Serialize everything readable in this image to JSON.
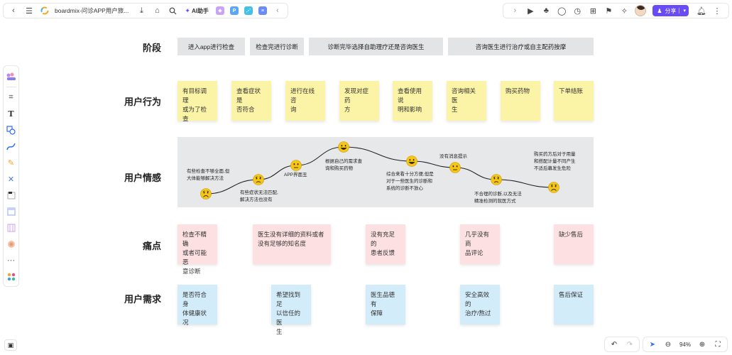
{
  "app": {
    "doc_title": "boardmix-问诊APP用户旅...",
    "ai_label": "AI助手",
    "share_label": "分享",
    "zoom": "94%"
  },
  "row_labels": {
    "stage": "阶段",
    "behavior": "用户行为",
    "emotion": "用户情感",
    "pain": "痛点",
    "needs": "用户需求"
  },
  "stages": [
    "进入app进行检查",
    "检查完进行诊断",
    "诊断完毕选择自助理疗还是咨询医生",
    "咨询医生进行治疗或自主配药按摩"
  ],
  "behaviors": [
    "有目标调理\n或为了检查",
    "查看症状是\n否符合",
    "进行在线咨\n询",
    "发现对症药\n方",
    "查看使用说\n明和影响",
    "咨询相关医\n生",
    "购买药物",
    "下单结账"
  ],
  "emotion_notes": [
    "有些检查不够全面,但\n大体能够解决方法",
    "有些症状无法匹配,\n解决方法也没有",
    "APP界面丑",
    "根据自己的需求查\n询和购买药物",
    "综合来看十分方便,但是\n对于一些医生的诊断和\n系统的诊断不放心",
    "没有消息提示",
    "不合理的诊断,以及无法\n精准检测的就医方式",
    "购买药方后对于用量\n和搭配计量不同产生\n不适后幕发生危险"
  ],
  "emotion_levels": [
    {
      "face": "sad",
      "level": 1
    },
    {
      "face": "unhappy",
      "level": 2
    },
    {
      "face": "neutral",
      "level": 3
    },
    {
      "face": "happy",
      "level": 5
    },
    {
      "face": "happy",
      "level": 4
    },
    {
      "face": "neutral",
      "level": 3
    },
    {
      "face": "unhappy",
      "level": 2
    },
    {
      "face": "sad",
      "level": 1
    }
  ],
  "pain_points": [
    "检查不精确\n或者可能恶\n意诊断",
    "医生没有详细的资料或者\n没有足够的知名度",
    "没有充足的\n患者反馈",
    "几乎没有商\n品评论",
    "缺少售后"
  ],
  "needs": [
    "是否符合身\n体健康状况",
    "希望找到足\n以信任的医\n生",
    "医生品德有\n保障",
    "安全高效的\n治疗/熬过",
    "售后保证"
  ],
  "colors": {
    "yellow": "#fbf3a5",
    "pink": "#fde1e2",
    "blue": "#d2ecfa",
    "stage": "#e3e4e6",
    "emotion_bg": "#e7e8ea",
    "emoji": "#f5c518",
    "brand": "#6a4cf6"
  },
  "icons": {
    "top_left": [
      "back-icon",
      "menu-icon",
      "boardmix-logo-icon",
      "save-icon",
      "tag-icon",
      "search-icon",
      "ai-icon",
      "plugin-icon",
      "p-icon",
      "share-node-icon",
      "comment-icon",
      "collapse-icon"
    ],
    "top_right": [
      "expand-icon",
      "play-icon",
      "present-icon",
      "chat-icon",
      "timer-icon",
      "chart-icon",
      "vote-icon",
      "celebrate-icon",
      "avatar",
      "notification-icon",
      "more-icon"
    ],
    "left": [
      "template-icon",
      "frame-icon",
      "text-icon",
      "shape-icon",
      "pen-icon",
      "brush-icon",
      "connector-icon",
      "sticky-icon",
      "table-icon",
      "mindmap-icon",
      "stamp-icon",
      "more-icon",
      "apps-icon"
    ],
    "bottom": [
      "minimap-icon",
      "undo-icon",
      "redo-icon",
      "pointer-icon",
      "zoom-out-icon",
      "zoom-in-icon",
      "fit-icon"
    ]
  }
}
